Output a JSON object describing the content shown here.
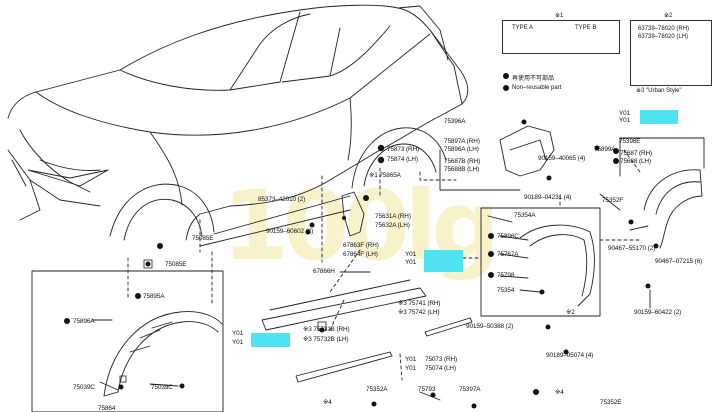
{
  "colors": {
    "highlight": "#4fe3f2",
    "line": "#222222",
    "watermark": "#f2e9a0"
  },
  "watermark": "100lg",
  "legend": {
    "note1": "※1",
    "type_a": "TYPE A",
    "type_b": "TYPE B",
    "note2": "※2",
    "part_rh": "63739–78020 (RH)",
    "part_lh": "63739–78020 (LH)",
    "reuse_jp": "再使用不可部品",
    "nonreuse": "Non–reusable part",
    "note3": "※3 \"Urban Style\""
  },
  "labels": {
    "l75396a": "75396A",
    "l75897a": "75897A (RH)",
    "l75896a": "75896A (LH)",
    "l75687b": "75687B (RH)",
    "l75688b": "75688B (LH)",
    "l90159_40065": "90159–40065 (4)",
    "l75899a": "75899A",
    "y01a": "Y01",
    "y01b": "Y01",
    "l75398e": "75398E",
    "l75687": "75687 (RH)",
    "l75688": "75688 (LH)",
    "l75873": "75873 (RH)",
    "l75874": "75874 (LH)",
    "l75865a": "※1 75865A",
    "l85373": "85373–42010 (2)",
    "l90189_04231": "90189–04231 (4)",
    "l75352f": "75352F",
    "l90159_60602": "90159–60602 (2)",
    "l75631a": "75631A (RH)",
    "l75632a": "75632A (LH)",
    "l67863f": "67863F (RH)",
    "l67864f": "67864F (LH)",
    "l75354a": "75354A",
    "l75896c": "75896C",
    "l75767a": "75767A",
    "l75798": "75798",
    "l75354": "75354",
    "l75085e_1": "75085E",
    "l75085e_2": "75085E",
    "l67866h": "67866H",
    "y01c": "Y01",
    "y01d": "Y01",
    "l90467_55170": "90467–55170 (2)",
    "l90467_07215": "90467–07215 (6)",
    "l75895a": "75895A",
    "l75896a_front": "75896A",
    "l75741": "※3 75741 (RH)",
    "l75742": "※3 75742 (LH)",
    "l90159_50388": "90159–50388 (2)",
    "l90159_60422": "90159–60422 (2)",
    "note2_mark": "※2",
    "l75731b": "※3 75731B (RH)",
    "l75732b": "※3 75732B (LH)",
    "y01e": "Y01",
    "y01f": "Y01",
    "l90189_05074": "90189–05074 (4)",
    "y01g": "Y01",
    "y01h": "Y01",
    "l75073": "75073 (RH)",
    "l75074": "75074 (LH)",
    "l75039c_1": "75039C",
    "l75039c_2": "75039C",
    "l75352a": "75352A",
    "l75793": "75793",
    "l75397a": "75397A",
    "l75352e": "75352E",
    "note4a": "※4",
    "note4b": "※4",
    "l75864": "75864"
  }
}
